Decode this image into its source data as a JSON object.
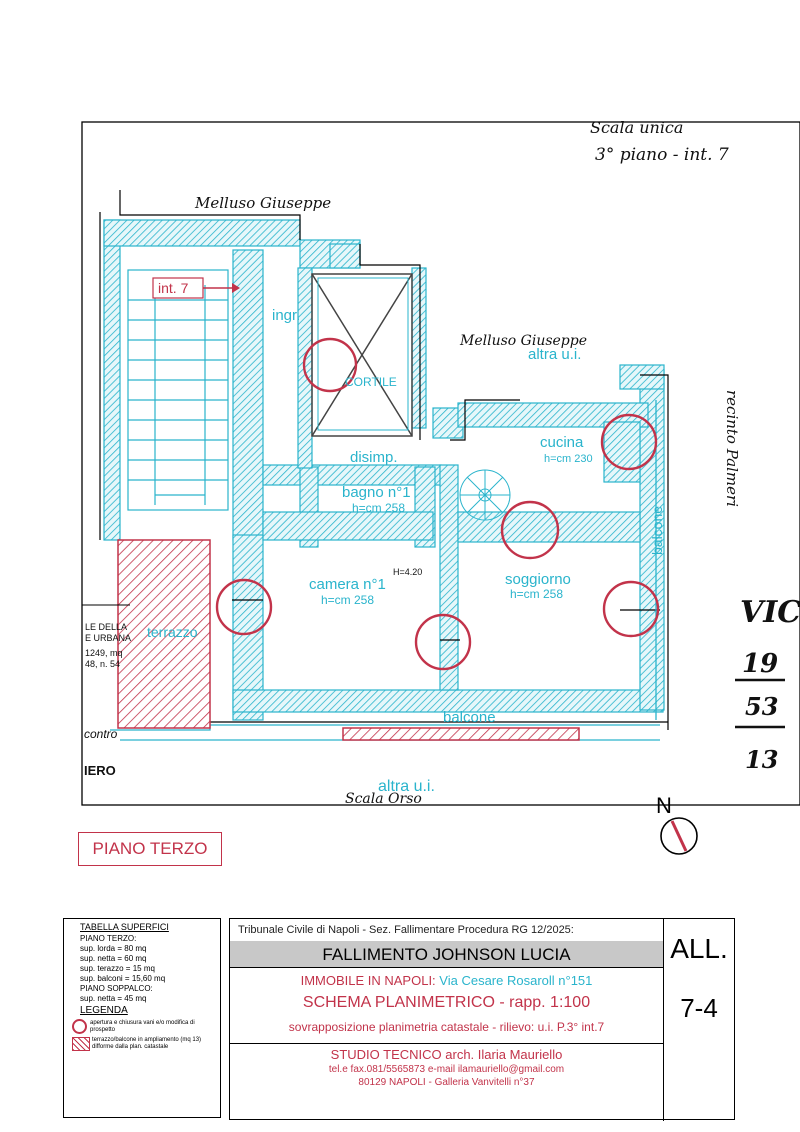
{
  "plan": {
    "scale_note": [
      "Scala unica",
      "3° piano - int. 7"
    ],
    "owner_top": "Melluso Giuseppe",
    "owner_right": "Melluso Giuseppe",
    "int_label": "int. 7",
    "rooms": {
      "ingr": "ingr.",
      "cortile": "CORTILE",
      "altra_ui_top": "altra u.i.",
      "cucina": "cucina",
      "cucina_h": "h=cm 230",
      "disimp": "disimp.",
      "bagno": "bagno n°1",
      "bagno_h": "h=cm 258",
      "balcone_side": "balcone",
      "camera": "camera n°1",
      "camera_h": "h=cm 258",
      "soggiorno": "soggiorno",
      "soggiorno_h": "h=cm 258",
      "terrazzo": "terrazzo",
      "balcone_bottom": "balcone",
      "altra_ui_bottom": "altra u.i.",
      "h_note": "H=4.20"
    },
    "street_right": "recinto Palmeri",
    "street_bottom": "Scala Orso",
    "side_text": [
      "LE DELLA",
      "E URBANA",
      "1249, mq",
      "48, n. 54"
    ],
    "left_bottom": [
      "contro",
      "IERO"
    ],
    "sheet_mark": [
      "VIC",
      "19",
      "53",
      "13"
    ],
    "north": "N"
  },
  "piano_label": "PIANO TERZO",
  "legend": {
    "title": "TABELLA SUPERFICI",
    "lines": [
      "PIANO TERZO:",
      "sup. lorda  = 80 mq",
      "sup. netta  = 60 mq",
      "sup. terazzo = 15 mq",
      "sup. balconi = 15,60 mq",
      "PIANO SOPPALCO:",
      "sup. netta  =  45 mq"
    ],
    "legend_title": "LEGENDA",
    "item1": "apertura e chiusura vani e/o modifica di prospetto",
    "item2": "terrazzo/balcone in ampliamento (mq 13) difforme dalla plan. catastale"
  },
  "titleblock": {
    "court": "Tribunale Civile di Napoli - Sez. Fallimentare Procedura RG 12/2025:",
    "case": "FALLIMENTO JOHNSON LUCIA",
    "immobile_prefix": "IMMOBILE IN NAPOLI:",
    "immobile_addr": "Via Cesare Rosaroll n°151",
    "schema": "SCHEMA PLANIMETRICO  -  rapp. 1:100",
    "sovrap": "sovrapposizione planimetria catastale - rilievo: u.i. P.3° int.7",
    "studio": "STUDIO  TECNICO  arch.  Ilaria  Mauriello",
    "contact": "tel.e fax.081/5565873     e-mail  ilamauriello@gmail.com",
    "address": "80129 NAPOLI - Galleria Vanvitelli n°37",
    "all": "ALL.",
    "number": "7-4"
  },
  "colors": {
    "accent_red": "#c2334a",
    "cyan": "#2ab4cc",
    "grey": "#c8c8c8"
  }
}
